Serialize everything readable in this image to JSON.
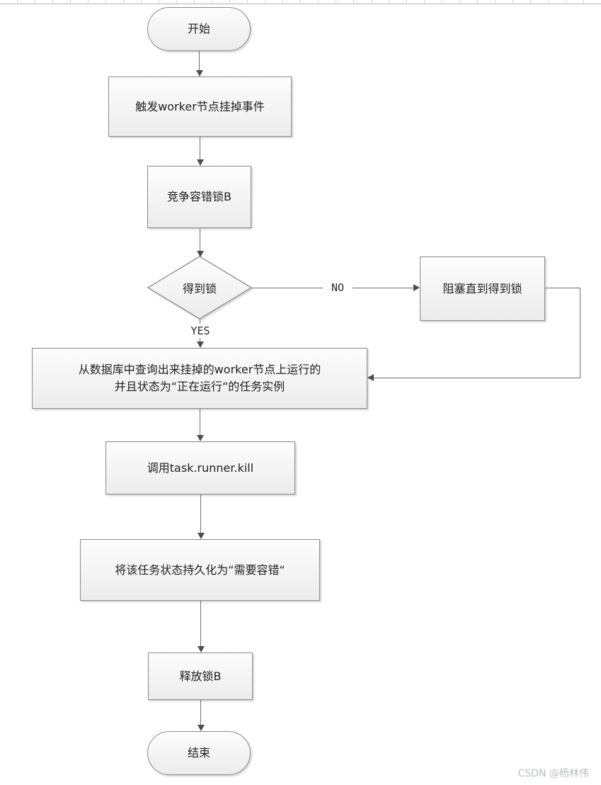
{
  "diagram": {
    "nodes": {
      "start": {
        "type": "terminator",
        "label": "开始"
      },
      "trigger": {
        "type": "process",
        "label": "触发worker节点挂掉事件"
      },
      "compete": {
        "type": "process",
        "label": "竞争容错锁B"
      },
      "decision": {
        "type": "decision",
        "label": "得到锁"
      },
      "block": {
        "type": "process",
        "label": "阻塞直到得到锁"
      },
      "query": {
        "type": "process",
        "label_line1": "从数据库中查询出来挂掉的worker节点上运行的",
        "label_line2": "并且状态为“正在运行“的任务实例"
      },
      "kill": {
        "type": "process",
        "label": "调用task.runner.kill"
      },
      "persist": {
        "type": "process",
        "label": "将该任务状态持久化为“需要容错“"
      },
      "release": {
        "type": "process",
        "label": "释放锁B"
      },
      "end": {
        "type": "terminator",
        "label": "结束"
      }
    },
    "edges": {
      "no_label": "NO",
      "yes_label": "YES"
    }
  },
  "watermark": {
    "text": "CSDN @杨林伟"
  },
  "colors": {
    "node_border": "#8a8a8a",
    "connector": "#6e6e6e",
    "arrowhead": "#4d4d4d",
    "text_color": "#1f1f1f",
    "watermark_color": "#b9bdbf"
  }
}
